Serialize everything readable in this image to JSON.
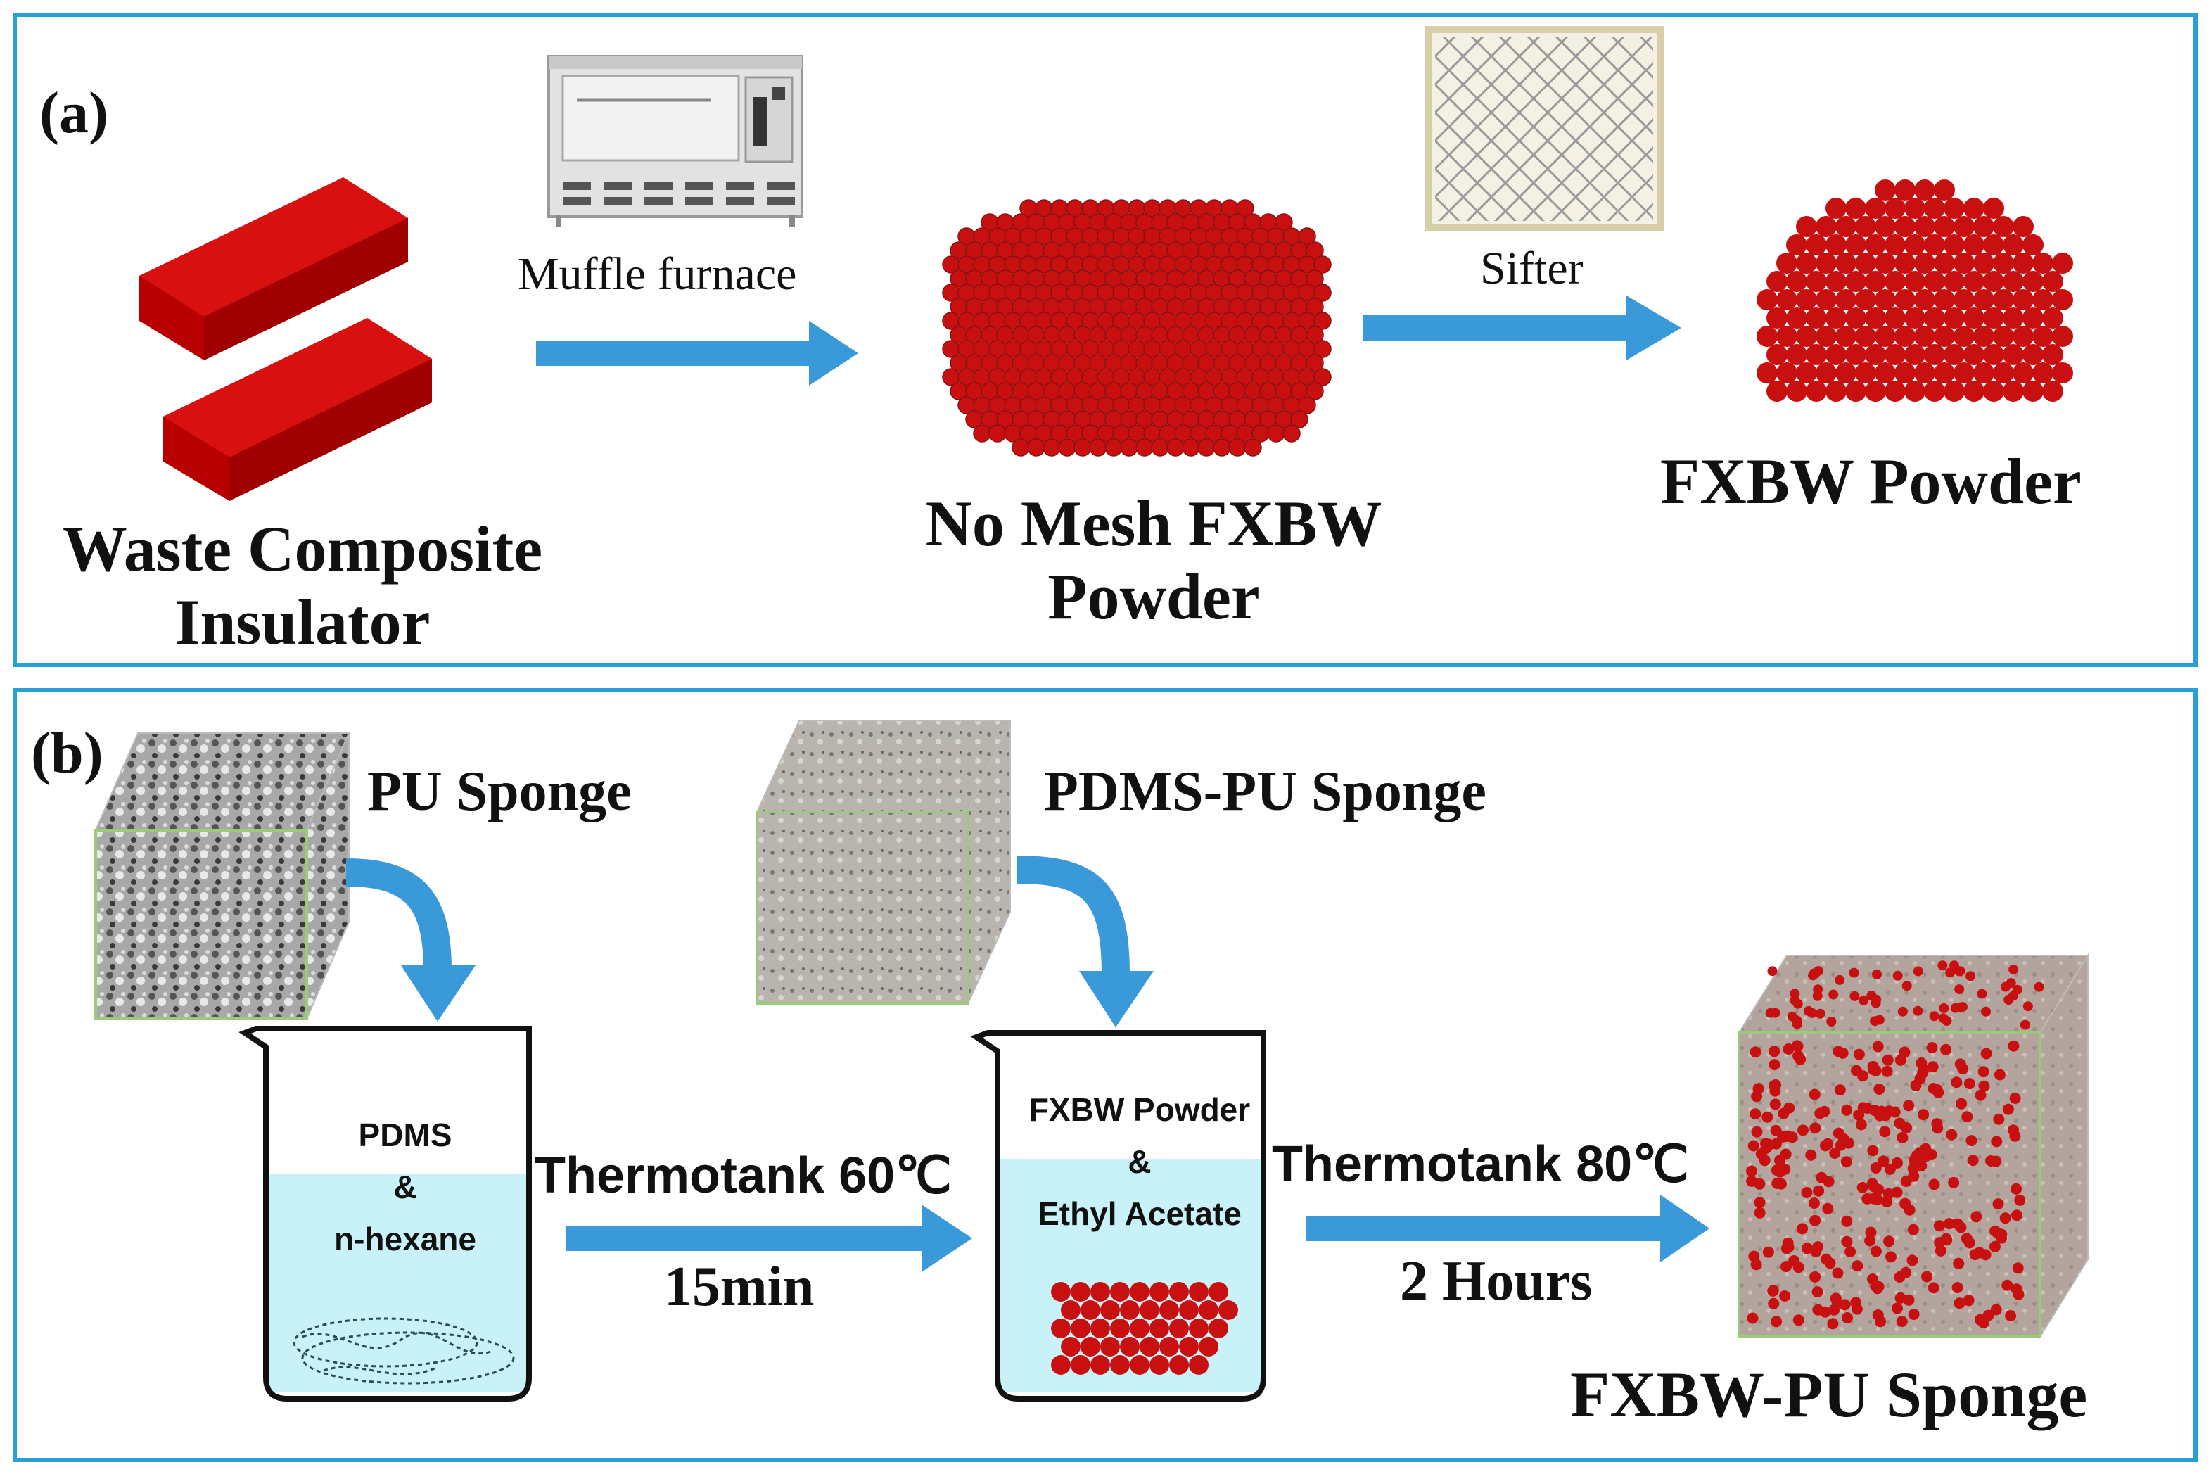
{
  "panel_a": {
    "label": "(a)",
    "input_label": [
      "Waste Composite",
      "Insulator"
    ],
    "step1": "Muffle furnace",
    "intermediate_label": [
      "No Mesh FXBW",
      "Powder"
    ],
    "step2": "Sifter",
    "output_label": "FXBW Powder"
  },
  "panel_b": {
    "label": "(b)",
    "sponge1": "PU Sponge",
    "sponge2": "PDMS-PU Sponge",
    "beaker1": [
      "PDMS",
      "&",
      "n-hexane"
    ],
    "beaker2": [
      "FXBW Powder",
      "&",
      "Ethyl Acetate"
    ],
    "step1_top": "Thermotank 60℃",
    "step1_bottom": "15min",
    "step2_top": "Thermotank 80℃",
    "step2_bottom": "2 Hours",
    "output_label": "FXBW-PU Sponge"
  },
  "colors": {
    "frame": "#2a9fd6",
    "arrow": "#3a9ad9",
    "particle": "#c81010",
    "insulator": "#c00000",
    "liquid": "#c8f1f8"
  },
  "icons": [
    "furnace-icon",
    "sifter-icon",
    "sponge-icon",
    "beaker-icon"
  ]
}
